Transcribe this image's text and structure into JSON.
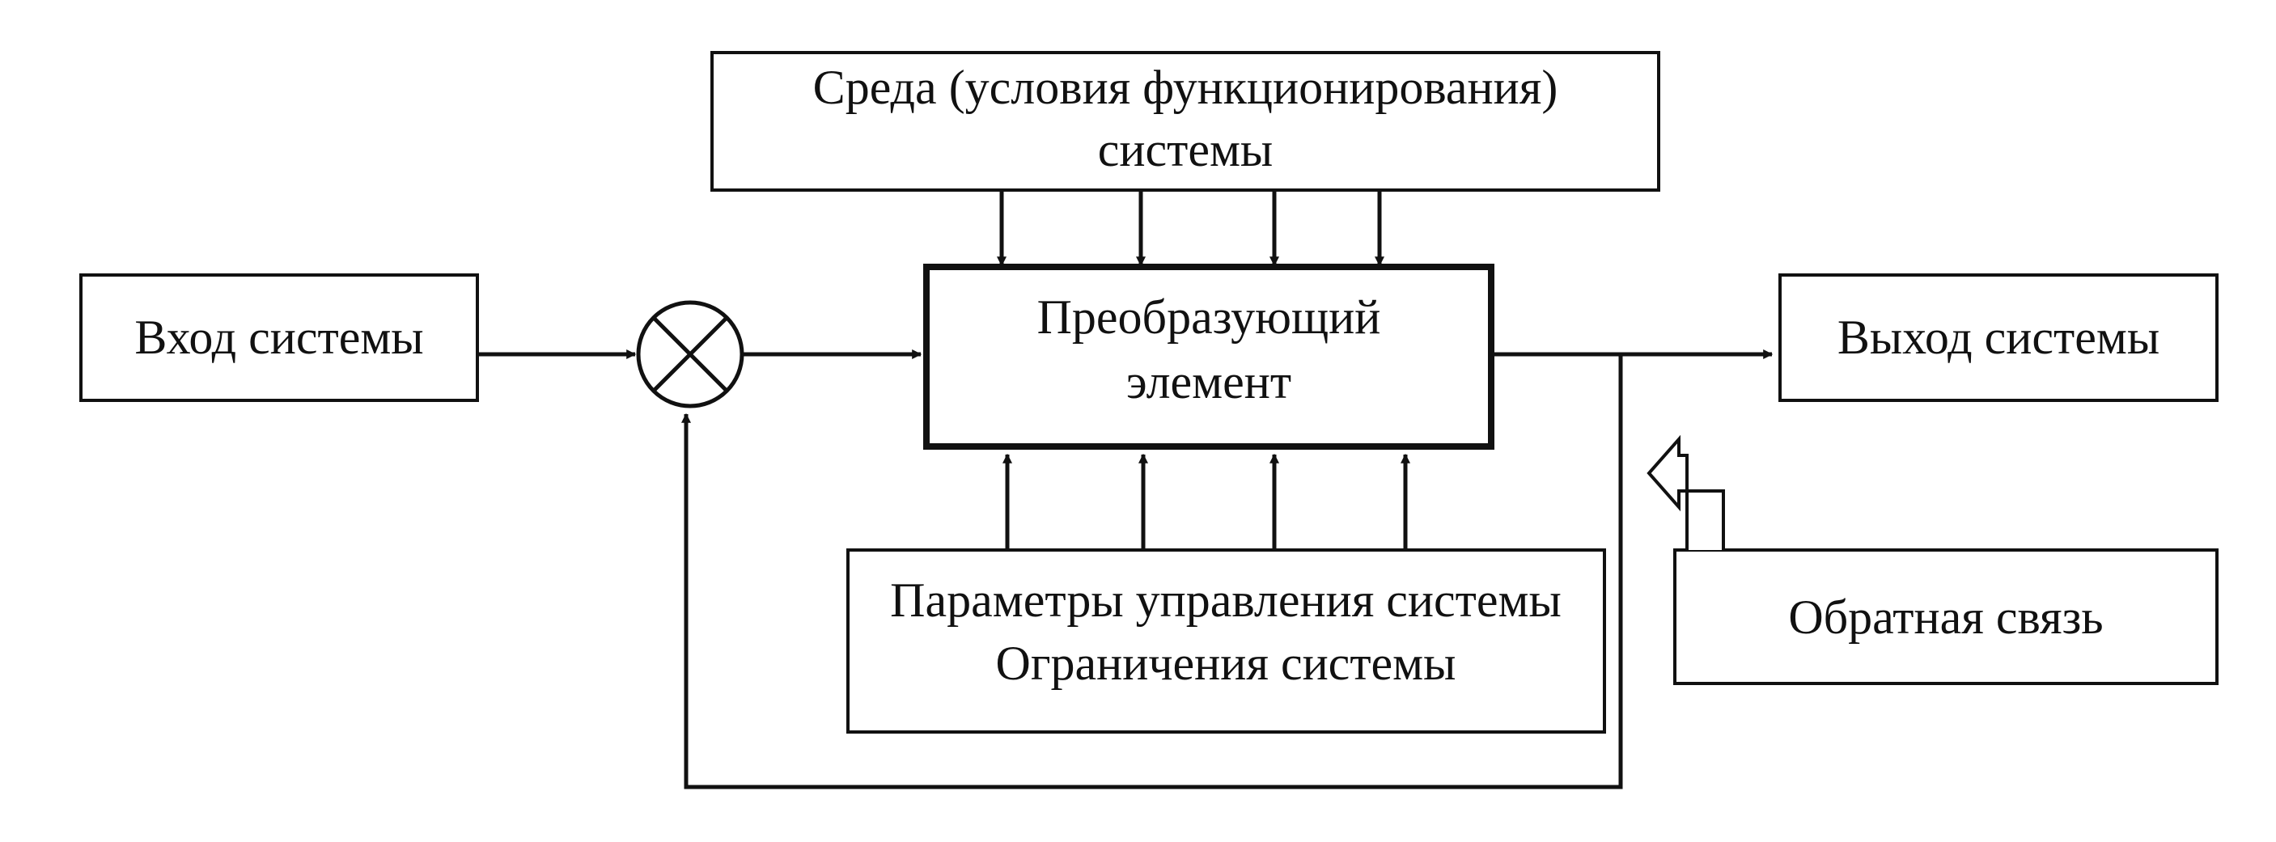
{
  "blocks": {
    "environment": [
      "Среда (условия функционирования)",
      "системы"
    ],
    "input": "Вход системы",
    "transformer": [
      "Преобразующий",
      "элемент"
    ],
    "output": "Выход системы",
    "parameters": [
      "Параметры управления системы",
      "Ограничения системы"
    ],
    "feedback": "Обратная связь"
  },
  "colors": {
    "line": "#111111",
    "background": "#ffffff"
  }
}
